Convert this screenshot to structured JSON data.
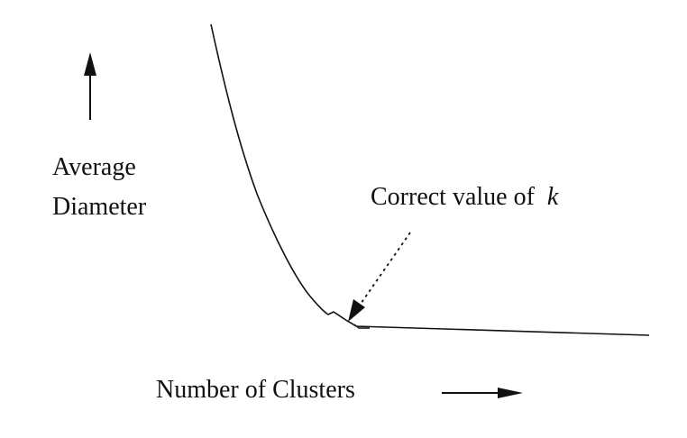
{
  "y_axis": {
    "label_line1": "Average",
    "label_line2": "Diameter"
  },
  "x_axis": {
    "label": "Number of Clusters"
  },
  "annotation": {
    "text": "Correct value of",
    "variable": "k"
  },
  "colors": {
    "ink": "#111111",
    "background": "#ffffff"
  }
}
